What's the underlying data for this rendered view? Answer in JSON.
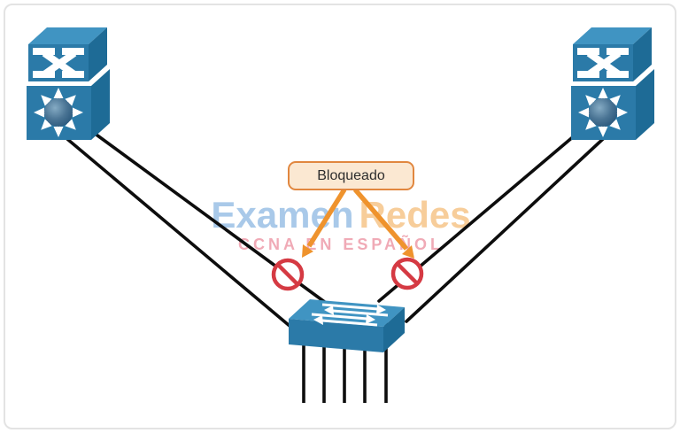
{
  "frame": {
    "background": "#ffffff",
    "border_color": "#e3e3e3"
  },
  "callout": {
    "label": "Bloqueado",
    "fill": "#fbe8d2",
    "border_color": "#e1873f",
    "text_color": "#2d2d2d",
    "arrow_color": "#ef932d"
  },
  "watermark": {
    "title_part1": "Examen",
    "title_part2": "Redes",
    "subtitle": "CCNA EN ESPAÑOL",
    "title_part1_color": "#a9c9e9",
    "title_part2_color": "#f7cd9a",
    "subtitle_color": "#f0aab6"
  },
  "topology": {
    "link_color": "#0d0d0d",
    "device_fill": "#2b7aa8",
    "device_fill_top": "#4094c2",
    "device_fill_side": "#1e6b96",
    "no_sign_color": "#d53a43",
    "devices": [
      {
        "id": "multilayer-switch-left",
        "icon": "multilayer-switch-icon"
      },
      {
        "id": "multilayer-switch-right",
        "icon": "multilayer-switch-icon"
      },
      {
        "id": "access-switch-bottom",
        "icon": "workgroup-switch-icon"
      }
    ],
    "trunk_links": 4,
    "blocked_links": 2,
    "access_links": 5
  }
}
